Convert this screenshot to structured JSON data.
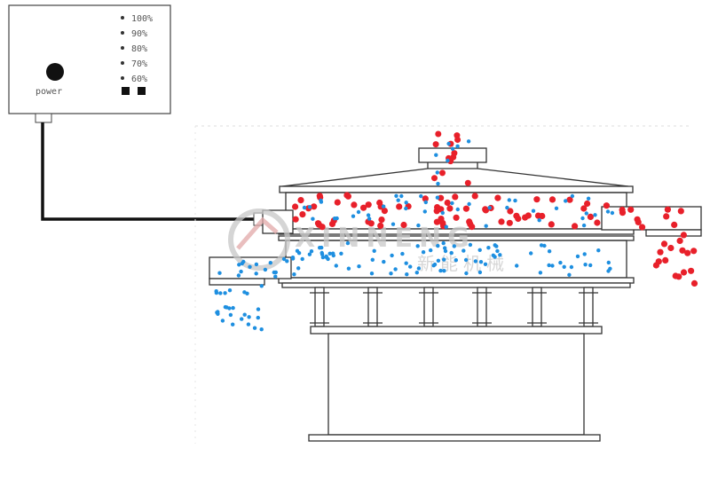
{
  "control_box": {
    "levels": [
      "100%",
      "90%",
      "80%",
      "70%",
      "60%"
    ],
    "power_label": "power"
  },
  "watermark": {
    "latin": "XINNENG",
    "chinese": "新能机械"
  },
  "colors": {
    "coarse_particle": "#e8202a",
    "fine_particle": "#1e8fe0",
    "outline": "#333333",
    "cable": "#111111",
    "watermark": "#c9c9c9"
  }
}
